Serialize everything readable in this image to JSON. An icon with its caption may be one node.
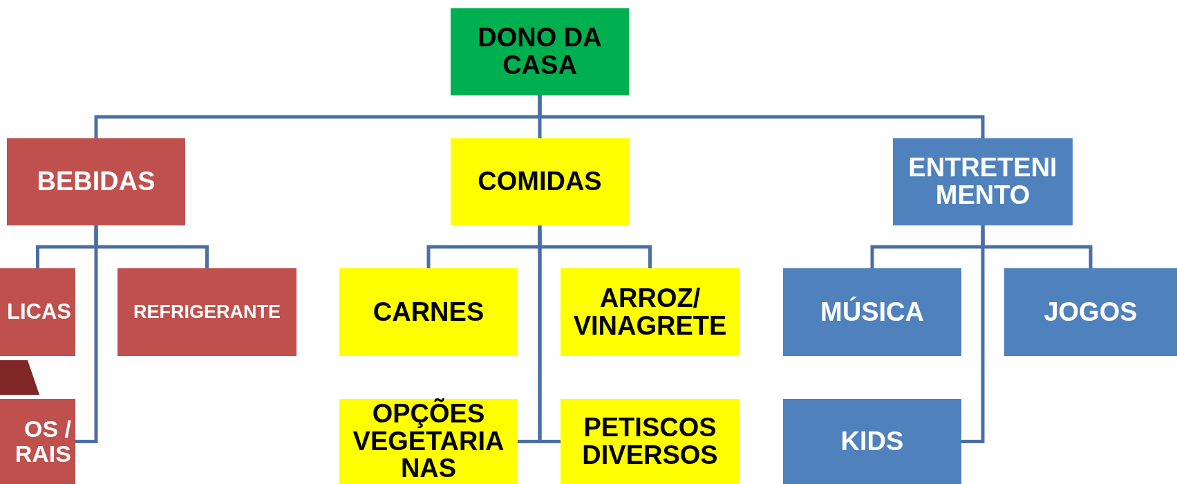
{
  "diagram": {
    "nodes": [
      {
        "text": [
          "DONO DA CASA"
        ]
      },
      {
        "text": [
          "BEBIDAS"
        ]
      },
      {
        "text": [
          "COMIDAS"
        ]
      },
      {
        "text": [
          "ENTRETENI MENTO"
        ]
      },
      {
        "text": [
          "LICAS"
        ]
      },
      {
        "text": [
          "REFRIGERANTE"
        ]
      },
      {
        "text": [
          "CARNES"
        ]
      },
      {
        "text": [
          "ARROZ/ VINAGRETE"
        ]
      },
      {
        "text": [
          "MÚSICA"
        ]
      },
      {
        "text": [
          "JOGOS"
        ]
      },
      {
        "text": [
          "OS / RAIS"
        ]
      },
      {
        "text": [
          "OPÇÕES VEGETARIA NAS"
        ]
      },
      {
        "text": [
          "PETISCOS DIVERSOS"
        ]
      },
      {
        "text": [
          "KIDS"
        ]
      }
    ],
    "edges": [
      {
        "from": 0,
        "to": 1,
        "arrow": "none"
      },
      {
        "from": 0,
        "to": 2,
        "arrow": "none"
      },
      {
        "from": 0,
        "to": 3,
        "arrow": "none"
      },
      {
        "from": 1,
        "to": 4,
        "arrow": "none"
      },
      {
        "from": 1,
        "to": 5,
        "arrow": "none"
      },
      {
        "from": 1,
        "to": 10,
        "arrow": "none"
      },
      {
        "from": 2,
        "to": 6,
        "arrow": "none"
      },
      {
        "from": 2,
        "to": 7,
        "arrow": "none"
      },
      {
        "from": 2,
        "to": 11,
        "arrow": "none"
      },
      {
        "from": 2,
        "to": 12,
        "arrow": "none"
      },
      {
        "from": 3,
        "to": 8,
        "arrow": "none"
      },
      {
        "from": 3,
        "to": 9,
        "arrow": "none"
      },
      {
        "from": 3,
        "to": 13,
        "arrow": "none"
      }
    ]
  }
}
